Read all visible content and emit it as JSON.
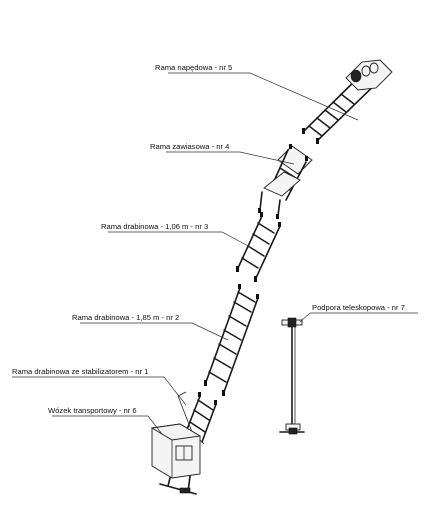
{
  "labels": {
    "rama_napedowa": "Rama napędowa - nr 5",
    "rama_zawiasowa": "Rama zawiasowa - nr 4",
    "rama_drabinowa_106": "Rama drabinowa - 1,06 m - nr 3",
    "rama_drabinowa_185": "Rama drabinowa - 1,85 m - nr 2",
    "rama_stabilizator": "Rama drabinowa ze stabilizatorem - nr 1",
    "wozek": "Wózek transportowy - nr 6",
    "podpora": "Podpora teleskopowa - nr 7"
  }
}
